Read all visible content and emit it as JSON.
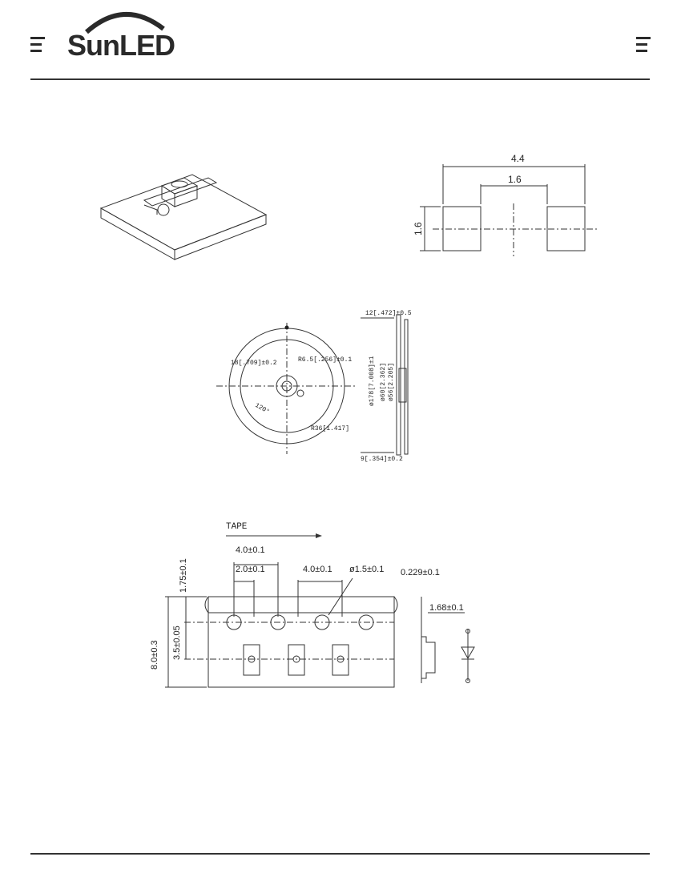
{
  "header": {
    "logo": "SunLED"
  },
  "pad_drawing": {
    "overall_width": "4.4",
    "gap_width": "1.6",
    "pad_height": "1.6"
  },
  "reel": {
    "width": "12[.472]±0.5",
    "hub_inner": "18[.709]±0.2",
    "radius_small": "R6.5[.256]±0.1",
    "radius_large": "R36[1.417]",
    "outer_diameter": "ø178[7.008]±1",
    "dia_60": "ø60[2.362]",
    "dia_56": "ø56[2.205]",
    "hub_thickness": "9[.354]±0.2",
    "angle_label": "120°"
  },
  "tape": {
    "title": "TAPE",
    "pitch_1": "4.0±0.1",
    "half_pitch": "2.0±0.1",
    "pitch_2": "4.0±0.1",
    "hole_dia": "ø1.5±0.1",
    "thickness": "0.229±0.1",
    "pocket_depth": "1.68±0.1",
    "edge_to_hole": "1.75±0.1",
    "hole_to_center": "3.5±0.05",
    "tape_width": "8.0±0.3"
  }
}
